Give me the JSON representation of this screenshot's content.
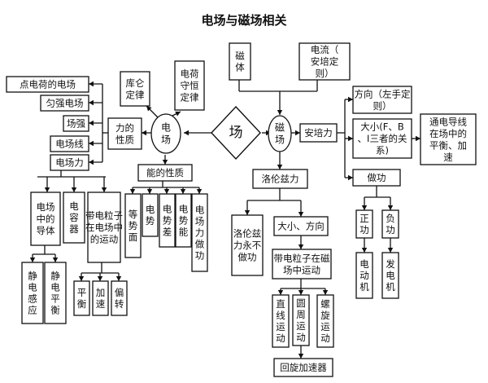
{
  "title": "电场与磁场相关",
  "nodes": {
    "field": "场",
    "elec": "电场",
    "mag": "磁场",
    "coulomb": "库仑定律",
    "conserve": "电荷守恒定律",
    "magnet": "磁体",
    "current": "电流（安培定则）",
    "pointCharge": "点电荷的电场",
    "uniform": "匀强电场",
    "strength": "场强",
    "fieldLine": "电场线",
    "elecForce": "电场力",
    "forceProp": "力的性质",
    "energyProp": "能的性质",
    "conductor": "电场中的导体",
    "capacitor": "电容器",
    "chargedE": "带电粒子在电场中的运动",
    "induction": "静电感应",
    "balance": "静电平衡",
    "flat": "平衡",
    "accel": "加速",
    "deflect": "偏转",
    "equipot": "等势面",
    "potential": "电势",
    "potDiff": "电势差",
    "potEnergy": "电势能",
    "work": "电场力做功",
    "ampereForce": "安培力",
    "direction": "方向（左手定则）",
    "magnitude": "大小(F、B、I三者的关系)",
    "equilib": "通电导线在场中的平衡、加速",
    "doWork": "做功",
    "positive": "正功",
    "negative": "负功",
    "motor": "电动机",
    "generator": "发电机",
    "lorentz": "洛伦兹力",
    "lorentzNoWork": "洛伦兹力永不做功",
    "sizeDir": "大小、方向",
    "chargedM": "带电粒子在磁场中运动",
    "straight": "直线运动",
    "circular": "圆周运动",
    "spiral": "螺旋运动",
    "cyclotron": "回旋加速器"
  }
}
